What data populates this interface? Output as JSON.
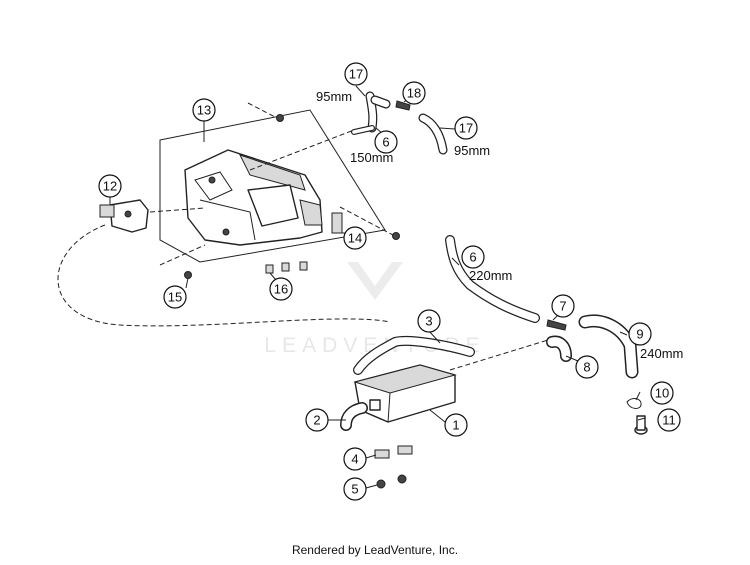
{
  "callouts": [
    {
      "label": "1"
    },
    {
      "label": "2"
    },
    {
      "label": "3"
    },
    {
      "label": "4"
    },
    {
      "label": "5"
    },
    {
      "label": "6"
    },
    {
      "label": "6"
    },
    {
      "label": "7"
    },
    {
      "label": "8"
    },
    {
      "label": "9"
    },
    {
      "label": "10"
    },
    {
      "label": "11"
    },
    {
      "label": "12"
    },
    {
      "label": "13"
    },
    {
      "label": "14"
    },
    {
      "label": "15"
    },
    {
      "label": "16"
    },
    {
      "label": "17"
    },
    {
      "label": "17"
    },
    {
      "label": "18"
    }
  ],
  "dimensions": {
    "hose17_top": "95mm",
    "hose17_right": "95mm",
    "hose6_top": "150mm",
    "hose6_right": "220mm",
    "hose9": "240mm"
  },
  "watermark": {
    "text": "LEADVENTURE"
  },
  "footer": {
    "credit": "Rendered by LeadVenture, Inc."
  }
}
